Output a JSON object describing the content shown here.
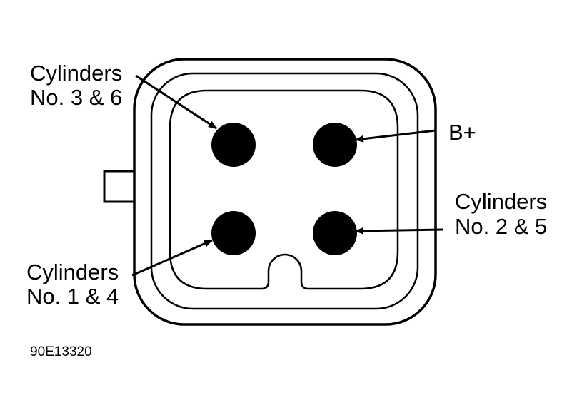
{
  "labels": {
    "top_left": {
      "line1": "Cylinders",
      "line2": "No. 3 & 6"
    },
    "top_right": {
      "line1": "B+"
    },
    "bottom_left": {
      "line1": "Cylinders",
      "line2": "No. 1 & 4"
    },
    "bottom_right": {
      "line1": "Cylinders",
      "line2": "No. 2 & 5"
    }
  },
  "figure_id": "90E13320",
  "colors": {
    "ink": "#000000",
    "background": "#ffffff"
  }
}
